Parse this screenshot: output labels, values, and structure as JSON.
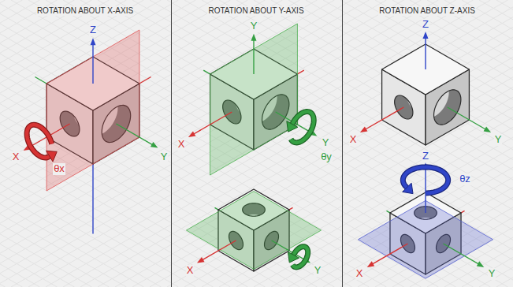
{
  "diagram": {
    "labels": [
      "ROTATION ABOUT X-AXIS",
      "ROTATION ABOUT Y-AXIS",
      "ROTATION ABOUT Z-AXIS",
      "Z",
      "X",
      "Y",
      "θx",
      "Y",
      "X",
      "Y",
      "θy",
      "X",
      "Y",
      "Z",
      "X",
      "Y",
      "Z",
      "θz",
      "X",
      "Y"
    ]
  }
}
